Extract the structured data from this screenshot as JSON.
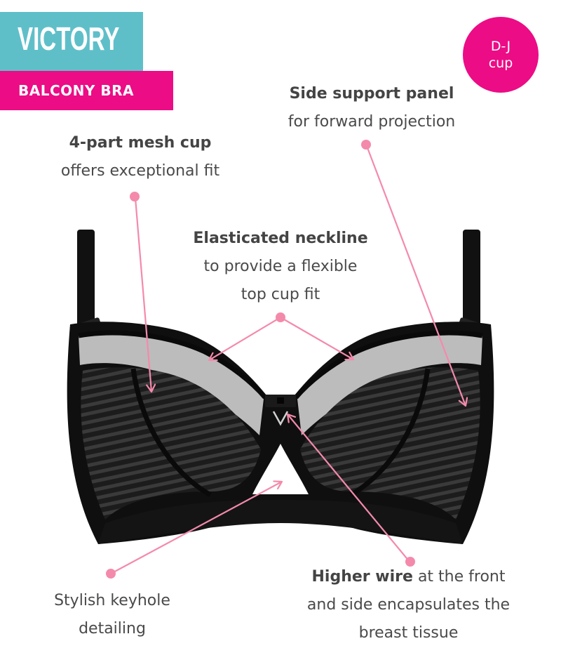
{
  "header": {
    "product_name": "VICTORY",
    "product_type": "BALCONY BRA",
    "cup_badge": {
      "line1": "D-J",
      "line2": "cup"
    }
  },
  "colors": {
    "teal": "#5fbfc9",
    "magenta": "#ec0c85",
    "pointer_pink": "#f48aab",
    "text": "#4a4a4a",
    "fabric_black": "#111111",
    "mesh_grey": "#bdbdbd"
  },
  "callouts": {
    "side_panel": {
      "title": "Side support panel",
      "desc": "for forward projection"
    },
    "mesh_cup": {
      "title": "4-part mesh cup",
      "desc": "offers exceptional fit"
    },
    "neckline": {
      "title": "Elasticated neckline",
      "desc_line1": "to provide a flexible",
      "desc_line2": "top cup fit"
    },
    "keyhole": {
      "line1": "Stylish keyhole",
      "line2": "detailing"
    },
    "wire": {
      "title": "Higher wire",
      "desc_line1": " at the front",
      "desc_line2": "and side encapsulates the",
      "desc_line3": "breast tissue"
    }
  },
  "icons": {
    "pointer_dot": "pink-dot-icon",
    "pointer_arrow": "pink-arrow-icon"
  }
}
